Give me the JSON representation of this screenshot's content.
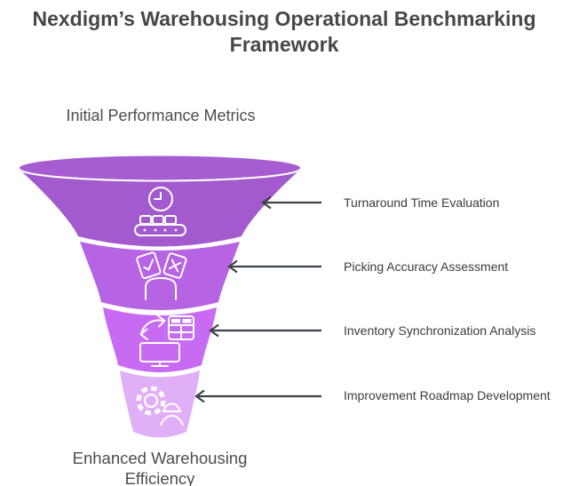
{
  "title": "Nexdigm’s Warehousing Operational Benchmarking Framework",
  "top_label": "Initial Performance Metrics",
  "bottom_label": "Enhanced Warehousing Efficiency",
  "funnel": {
    "rim_color": "#a55dd1",
    "arrow_color": "#3d4246",
    "label_color": "#3b3b3b",
    "sections": [
      {
        "label": "Turnaround Time Evaluation",
        "color": "#a35acf",
        "icon": "clock-conveyor-icon"
      },
      {
        "label": "Picking Accuracy Assessment",
        "color": "#b663e4",
        "icon": "check-cross-cards-bin-icon"
      },
      {
        "label": "Inventory Synchronization Analysis",
        "color": "#c76bf3",
        "icon": "sync-table-monitor-icon"
      },
      {
        "label": "Improvement Roadmap Development",
        "color": "#e1aff7",
        "icon": "gear-worker-icon"
      }
    ]
  }
}
